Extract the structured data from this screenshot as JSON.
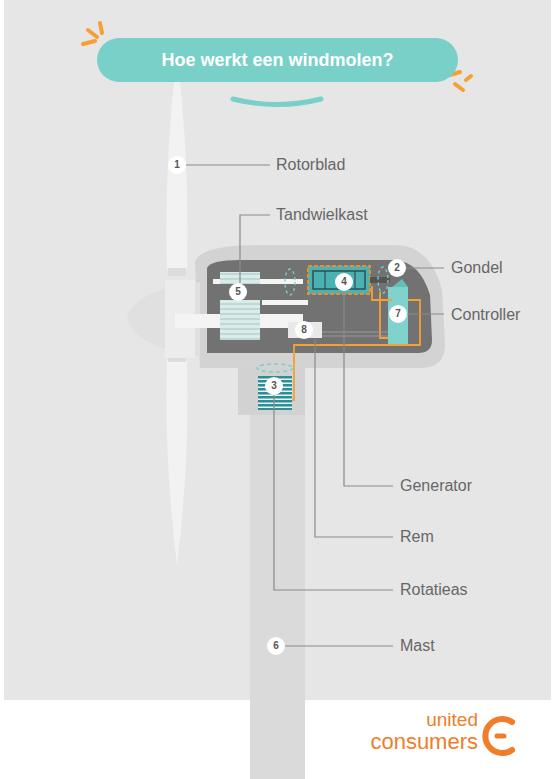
{
  "diagram": {
    "title": "Hoe werkt een windmolen?",
    "labels": [
      "1",
      "Rotorblad",
      "Tandwielkast",
      "2",
      "Gondel",
      "5",
      "4",
      "7",
      "Controller",
      "8",
      "3",
      "Generator",
      "Rem",
      "Rotatieas",
      "6",
      "Mast",
      "united",
      "consumers"
    ]
  }
}
